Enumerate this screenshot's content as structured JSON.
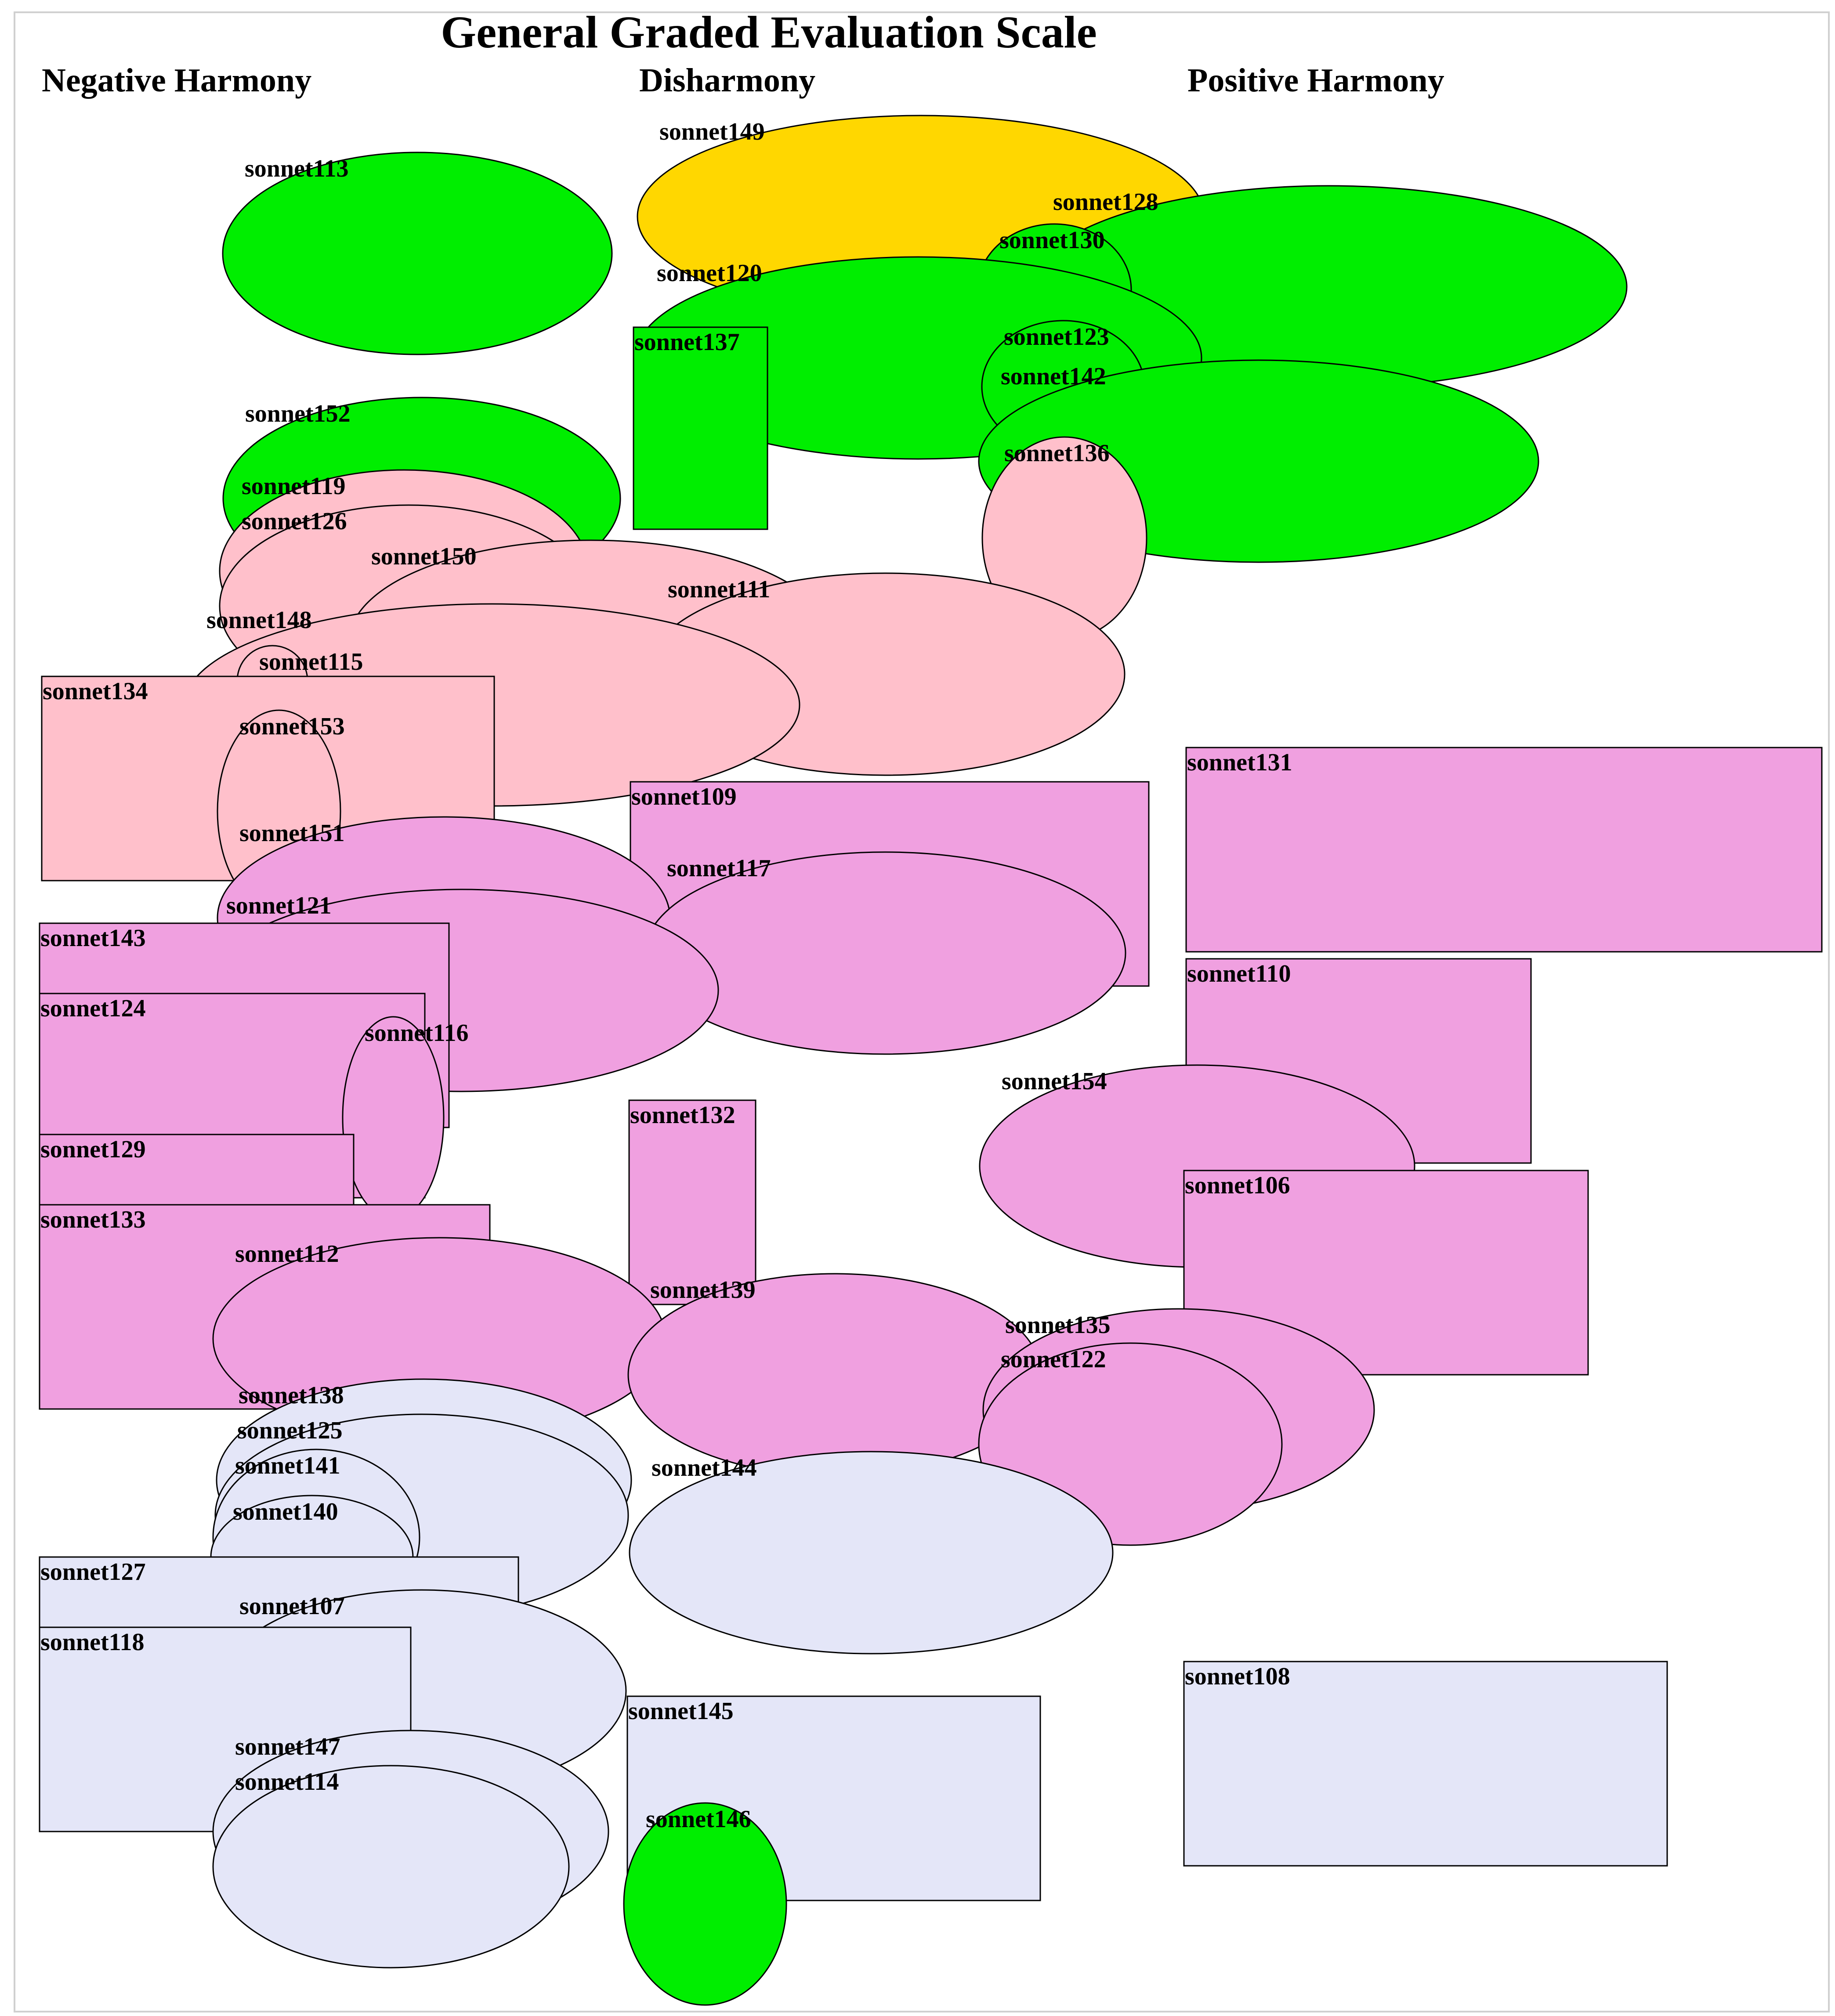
{
  "title": "General Graded Evaluation Scale",
  "columns": {
    "negative": "Negative Harmony",
    "disharmony": "Disharmony",
    "positive": "Positive Harmony"
  },
  "colors": {
    "green": "#00ee00",
    "gold": "#ffd700",
    "pink": "#ffc0cb",
    "violet": "#f0a0e0",
    "lavender": "#e4e6f8",
    "border": "#000000",
    "frame": "#d0d0d0"
  },
  "items": [
    {
      "label": "sonnet149",
      "shape": "ellipse",
      "color": "gold"
    },
    {
      "label": "sonnet113",
      "shape": "ellipse",
      "color": "green"
    },
    {
      "label": "sonnet128",
      "shape": "ellipse",
      "color": "green"
    },
    {
      "label": "sonnet130",
      "shape": "ellipse",
      "color": "green"
    },
    {
      "label": "sonnet120",
      "shape": "ellipse",
      "color": "green"
    },
    {
      "label": "sonnet137",
      "shape": "rect",
      "color": "green"
    },
    {
      "label": "sonnet123",
      "shape": "ellipse",
      "color": "green"
    },
    {
      "label": "sonnet142",
      "shape": "ellipse",
      "color": "green"
    },
    {
      "label": "sonnet152",
      "shape": "ellipse",
      "color": "green"
    },
    {
      "label": "sonnet136",
      "shape": "ellipse",
      "color": "pink"
    },
    {
      "label": "sonnet119",
      "shape": "ellipse",
      "color": "pink"
    },
    {
      "label": "sonnet126",
      "shape": "ellipse",
      "color": "pink"
    },
    {
      "label": "sonnet150",
      "shape": "ellipse",
      "color": "pink"
    },
    {
      "label": "sonnet111",
      "shape": "ellipse",
      "color": "pink"
    },
    {
      "label": "sonnet148",
      "shape": "ellipse",
      "color": "pink"
    },
    {
      "label": "sonnet115",
      "shape": "ellipse",
      "color": "pink"
    },
    {
      "label": "sonnet134",
      "shape": "rect",
      "color": "pink"
    },
    {
      "label": "sonnet153",
      "shape": "ellipse",
      "color": "pink"
    },
    {
      "label": "sonnet131",
      "shape": "rect",
      "color": "violet"
    },
    {
      "label": "sonnet109",
      "shape": "rect",
      "color": "violet"
    },
    {
      "label": "sonnet151",
      "shape": "ellipse",
      "color": "violet"
    },
    {
      "label": "sonnet117",
      "shape": "ellipse",
      "color": "violet"
    },
    {
      "label": "sonnet121",
      "shape": "ellipse",
      "color": "violet"
    },
    {
      "label": "sonnet143",
      "shape": "rect",
      "color": "violet"
    },
    {
      "label": "sonnet124",
      "shape": "rect",
      "color": "violet"
    },
    {
      "label": "sonnet116",
      "shape": "ellipse",
      "color": "violet"
    },
    {
      "label": "sonnet110",
      "shape": "rect",
      "color": "violet"
    },
    {
      "label": "sonnet154",
      "shape": "ellipse",
      "color": "violet"
    },
    {
      "label": "sonnet132",
      "shape": "rect",
      "color": "violet"
    },
    {
      "label": "sonnet129",
      "shape": "rect",
      "color": "violet"
    },
    {
      "label": "sonnet133",
      "shape": "rect",
      "color": "violet"
    },
    {
      "label": "sonnet106",
      "shape": "rect",
      "color": "violet"
    },
    {
      "label": "sonnet112",
      "shape": "ellipse",
      "color": "violet"
    },
    {
      "label": "sonnet139",
      "shape": "ellipse",
      "color": "violet"
    },
    {
      "label": "sonnet135",
      "shape": "ellipse",
      "color": "violet"
    },
    {
      "label": "sonnet122",
      "shape": "ellipse",
      "color": "violet"
    },
    {
      "label": "sonnet138",
      "shape": "ellipse",
      "color": "lavender"
    },
    {
      "label": "sonnet125",
      "shape": "ellipse",
      "color": "lavender"
    },
    {
      "label": "sonnet141",
      "shape": "ellipse",
      "color": "lavender"
    },
    {
      "label": "sonnet140",
      "shape": "ellipse",
      "color": "lavender"
    },
    {
      "label": "sonnet144",
      "shape": "ellipse",
      "color": "lavender"
    },
    {
      "label": "sonnet127",
      "shape": "rect",
      "color": "lavender"
    },
    {
      "label": "sonnet107",
      "shape": "ellipse",
      "color": "lavender"
    },
    {
      "label": "sonnet118",
      "shape": "rect",
      "color": "lavender"
    },
    {
      "label": "sonnet108",
      "shape": "rect",
      "color": "lavender"
    },
    {
      "label": "sonnet145",
      "shape": "rect",
      "color": "lavender"
    },
    {
      "label": "sonnet147",
      "shape": "ellipse",
      "color": "lavender"
    },
    {
      "label": "sonnet114",
      "shape": "ellipse",
      "color": "lavender"
    },
    {
      "label": "sonnet146",
      "shape": "ellipse",
      "color": "green"
    }
  ]
}
